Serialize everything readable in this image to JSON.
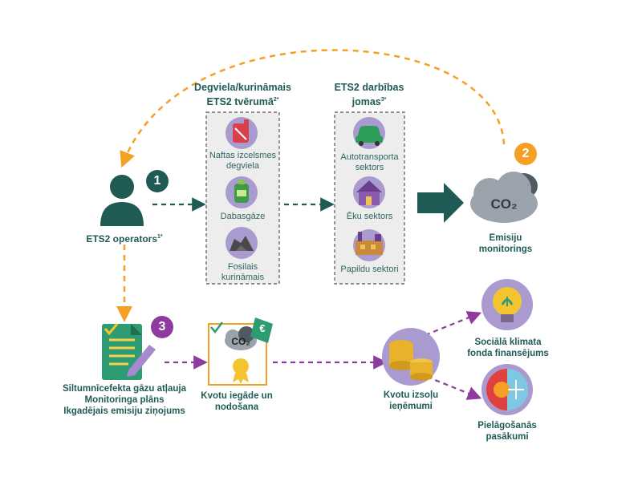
{
  "operator": {
    "label": "ETS2 operators",
    "sup": "1*",
    "badge": "1"
  },
  "fuels": {
    "title_line1": "Degviela/kurināmais",
    "title_line2": "ETS2 tvērumā",
    "title_sup": "2*",
    "items": [
      {
        "line1": "Naftas izcelsmes",
        "line2": "degviela",
        "icon": "fuel-canister-icon"
      },
      {
        "line1": "Dabasgāze",
        "line2": "",
        "icon": "gas-cylinder-icon"
      },
      {
        "line1": "Fosilais",
        "line2": "kurināmais",
        "icon": "coal-icon"
      }
    ]
  },
  "sectors": {
    "title_line1": "ETS2 darbības",
    "title_line2": "jomas",
    "title_sup": "3*",
    "items": [
      {
        "line1": "Autotransporta",
        "line2": "sektors",
        "icon": "car-icon"
      },
      {
        "line1": "Ēku sektors",
        "line2": "",
        "icon": "house-icon"
      },
      {
        "line1": "Papildu sektori",
        "line2": "",
        "icon": "factory-icon"
      }
    ]
  },
  "monitoring": {
    "badge": "2",
    "co2_text": "CO₂",
    "line1": "Emisiju",
    "line2": "monitorings"
  },
  "documents": {
    "badge": "3",
    "line1": "Siltumnīcefekta gāzu atļauja",
    "line2": "Monitoringa plāns",
    "line3": "Ikgadējais emisiju ziņojums"
  },
  "quotas": {
    "co2_text": "CO₂",
    "euro": "€",
    "line1": "Kvotu iegāde un",
    "line2": "nodošana"
  },
  "revenue": {
    "line1": "Kvotu izsoļu",
    "line2": "ieņēmumi"
  },
  "social": {
    "line1": "Sociālā klimata",
    "line2": "fonda finansējums"
  },
  "adaptation": {
    "line1": "Pielāgošanās",
    "line2": "pasākumi"
  },
  "colors": {
    "teal": "#1f5a55",
    "orange": "#f4a024",
    "purple": "#8e3a9e",
    "box_bg": "#ededed",
    "icon_circle": "#a99bcf",
    "co2_cloud": "#9aa3ab"
  }
}
